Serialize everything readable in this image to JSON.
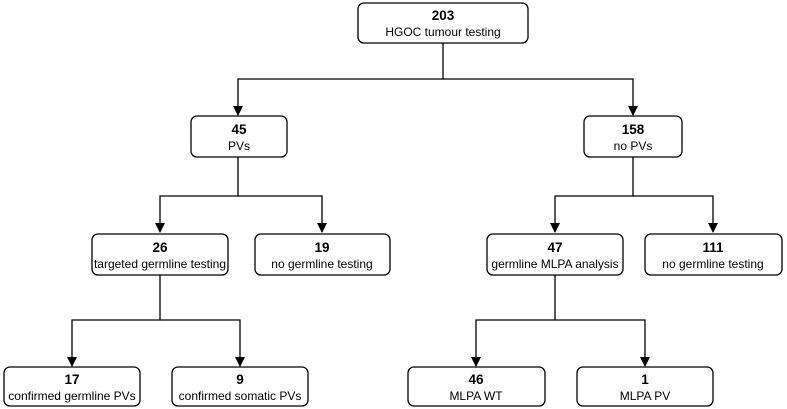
{
  "nodes": {
    "root": {
      "count": "203",
      "label": "HGOC tumour testing"
    },
    "pvs": {
      "count": "45",
      "label": "PVs"
    },
    "no_pvs": {
      "count": "158",
      "label": "no PVs"
    },
    "targeted": {
      "count": "26",
      "label": "targeted germline testing"
    },
    "no_germline_left": {
      "count": "19",
      "label": "no germline testing"
    },
    "mlpa_analysis": {
      "count": "47",
      "label": "germline MLPA analysis"
    },
    "no_germline_right": {
      "count": "111",
      "label": "no germline testing"
    },
    "confirmed_germline": {
      "count": "17",
      "label": "confirmed germline PVs"
    },
    "confirmed_somatic": {
      "count": "9",
      "label": "confirmed somatic PVs"
    },
    "mlpa_wt": {
      "count": "46",
      "label": "MLPA WT"
    },
    "mlpa_pv": {
      "count": "1",
      "label": "MLPA PV"
    }
  }
}
